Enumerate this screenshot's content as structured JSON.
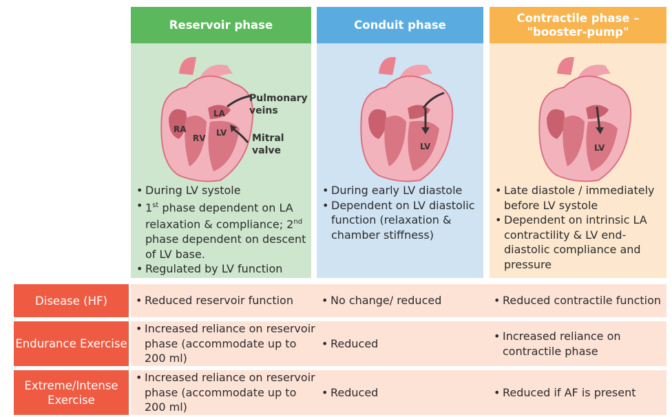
{
  "columns": [
    {
      "title": "Reservoir phase",
      "header_color": "#5cb85c",
      "body_color": "#cde6cd",
      "heart_labels": {
        "ra": "RA",
        "rv": "RV",
        "la": "LA",
        "lv": "LV",
        "pulmonary": "Pulmonary",
        "veins": "veins",
        "mitral": "Mitral",
        "valve": "valve"
      },
      "bullets": [
        "During LV systole",
        "1st phase dependent on LA relaxation & compliance; 2nd phase dependent on descent of LV base.",
        "Regulated by LV function"
      ]
    },
    {
      "title": "Conduit phase",
      "header_color": "#5aace0",
      "body_color": "#cfe3f3",
      "heart_labels": {
        "lv": "LV"
      },
      "bullets": [
        "During early LV diastole",
        "Dependent on LV diastolic function (relaxation & chamber stiffness)"
      ]
    },
    {
      "title": "Contractile phase – \"booster-pump\"",
      "header_color": "#f7b44f",
      "body_color": "#fde8cf",
      "heart_labels": {
        "lv": "LV"
      },
      "bullets": [
        "Late diastole / immediately before LV systole",
        "Dependent on intrinsic LA contractility & LV end-diastolic compliance and pressure"
      ]
    }
  ],
  "rows": [
    {
      "label": "Disease (HF)",
      "cells": [
        "Reduced reservoir function",
        "No change/ reduced",
        "Reduced contractile function"
      ]
    },
    {
      "label": "Endurance Exercise",
      "cells": [
        "Increased reliance on reservoir phase (accommodate up to 200 ml)",
        "Reduced",
        "Increased reliance on contractile phase"
      ]
    },
    {
      "label": "Extreme/Intense Exercise",
      "cells": [
        "Increased reliance on reservoir phase (accommodate up to 200 ml)",
        "Reduced",
        "Reduced if AF is present"
      ]
    }
  ],
  "sup": {
    "first": "st",
    "second": "nd"
  },
  "bullet_parts": {
    "b1_a": "1",
    "b1_b": " phase dependent on LA relaxation & compliance; 2",
    "b1_c": " phase dependent on descent of LV base."
  }
}
